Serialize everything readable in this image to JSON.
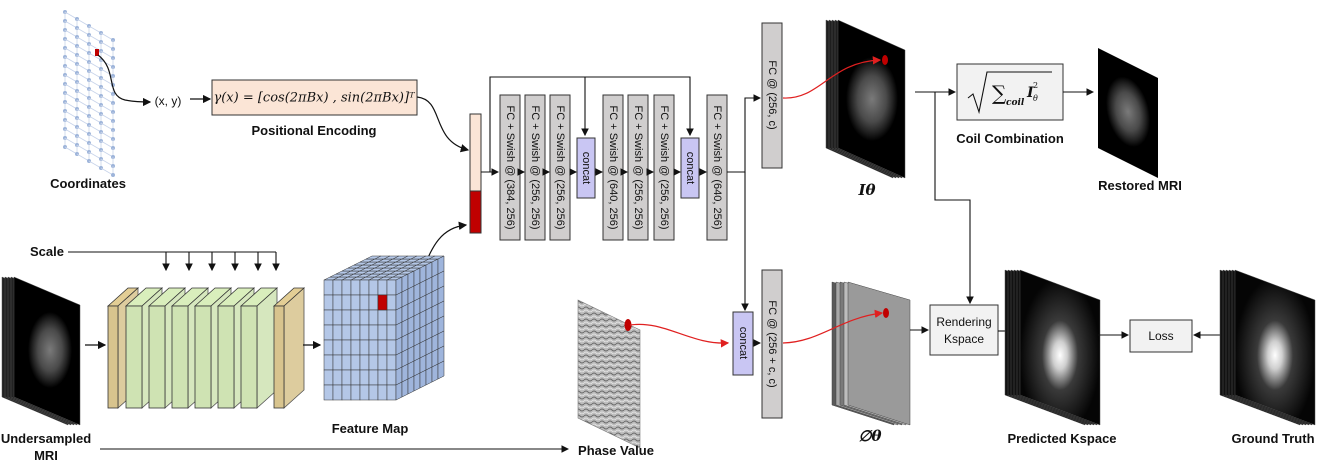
{
  "labels": {
    "coordinates": "Coordinates",
    "xy": "(x, y)",
    "positional_encoding_formula": "γ(x) = [cos(2πBx) , sin(2πBx)]ᵀ",
    "positional_encoding": "Positional Encoding",
    "scale": "Scale",
    "undersampled_line1": "Undersampled",
    "undersampled_line2": "MRI",
    "feature_map": "Feature Map",
    "phase_value": "Phase Value",
    "i_theta": "Iθ",
    "phi_theta": "∅θ",
    "coil_formula": "√ Σcoil Iθ²",
    "coil_combination": "Coil Combination",
    "restored_mri": "Restored MRI",
    "rendering_line1": "Rendering",
    "rendering_line2": "Kspace",
    "loss": "Loss",
    "predicted_kspace": "Predicted Kspace",
    "ground_truth": "Ground Truth"
  },
  "fc_layers": [
    "FC + Swish @ (384, 256)",
    "FC + Swish @ (256, 256)",
    "FC + Swish @ (256, 256)",
    "FC + Swish @ (640, 256)",
    "FC + Swish @ (256, 256)",
    "FC + Swish @ (256, 256)",
    "FC + Swish @ (640, 256)"
  ],
  "concat_label": "concat",
  "head_top": "FC @ (256, c)",
  "head_bottom": "FC @ (256 + c, c)",
  "colors": {
    "layer_fill": "#d0cece",
    "concat_fill": "#c9c6f3",
    "encoder_yellow": "#d8c48e",
    "encoder_green": "#cfe3b3",
    "feature_cube": "#b4c7e7",
    "pe_box": "#fbe5d6",
    "highlight_red": "#c00000",
    "arrow_red": "#e02020"
  }
}
